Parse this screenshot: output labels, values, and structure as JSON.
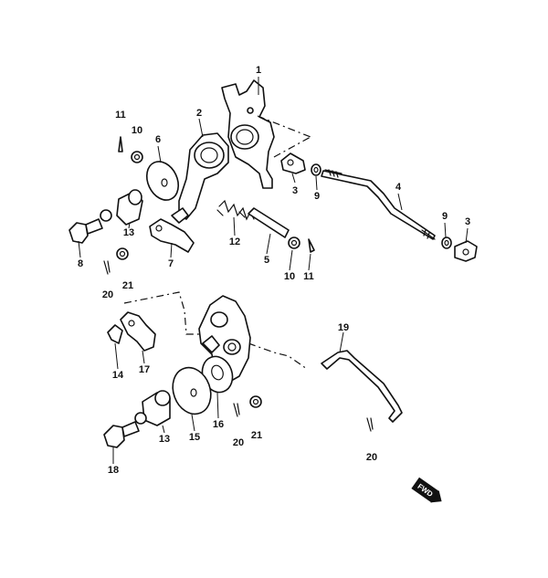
{
  "labels": {
    "p1": "1",
    "p2": "2",
    "p3a": "3",
    "p3b": "3",
    "p4": "4",
    "p5": "5",
    "p6": "6",
    "p7": "7",
    "p8": "8",
    "p9a": "9",
    "p9b": "9",
    "p10a": "10",
    "p10b": "10",
    "p11a": "11",
    "p11b": "11",
    "p12": "12",
    "p13a": "13",
    "p13b": "13",
    "p14": "14",
    "p15": "15",
    "p16": "16",
    "p17": "17",
    "p18": "18",
    "p19": "19",
    "p20a": "20",
    "p20b": "20",
    "p20c": "20",
    "p21a": "21",
    "p21b": "21"
  },
  "fwd_badge": "FWD"
}
